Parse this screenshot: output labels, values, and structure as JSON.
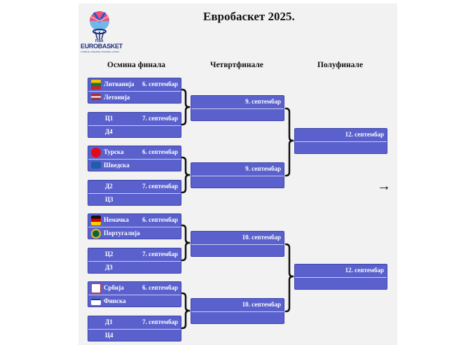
{
  "title": "Евробаскет 2025.",
  "logo": {
    "small": "FIBA",
    "main": "EUROBASKET",
    "sub": "CYPRUS | FINLAND | POLAND | LATVIA"
  },
  "rounds": {
    "r16": "Осмина финала",
    "qf": "Четвртфинале",
    "sf": "Полуфинале"
  },
  "r16": [
    {
      "team1": "Литванија",
      "team2": "Летонија",
      "date": "6. септембар",
      "flag1": "lithuania-flag-icon",
      "flag2": "latvia-flag-icon"
    },
    {
      "team1": "Ц1",
      "team2": "Д4",
      "date": "7. септембар"
    },
    {
      "team1": "Турска",
      "team2": "Шведска",
      "date": "6. септембар",
      "flag1": "turkey-flag-icon",
      "flag2": "sweden-flag-icon"
    },
    {
      "team1": "Д2",
      "team2": "Ц3",
      "date": "7. септембар"
    },
    {
      "team1": "Немачка",
      "team2": "Португалија",
      "date": "6. септембар",
      "flag1": "germany-flag-icon",
      "flag2": "portugal-flag-icon"
    },
    {
      "team1": "Ц2",
      "team2": "Д3",
      "date": "7. септембар"
    },
    {
      "team1": "Србија",
      "team2": "Финска",
      "date": "6. септембар",
      "flag1": "serbia-flag-icon",
      "flag2": "finland-flag-icon"
    },
    {
      "team1": "Д1",
      "team2": "Ц4",
      "date": "7. септембар"
    }
  ],
  "qf": [
    {
      "date": "9. септембар"
    },
    {
      "date": "9. септембар"
    },
    {
      "date": "10. септембар"
    },
    {
      "date": "10. септембар"
    }
  ],
  "sf": [
    {
      "date": "12. септембар"
    },
    {
      "date": "12. септембар"
    }
  ],
  "arrow": "→",
  "colors": {
    "box": "#5a61cc",
    "background": "#f2f2f2",
    "text": "#ffffff"
  }
}
